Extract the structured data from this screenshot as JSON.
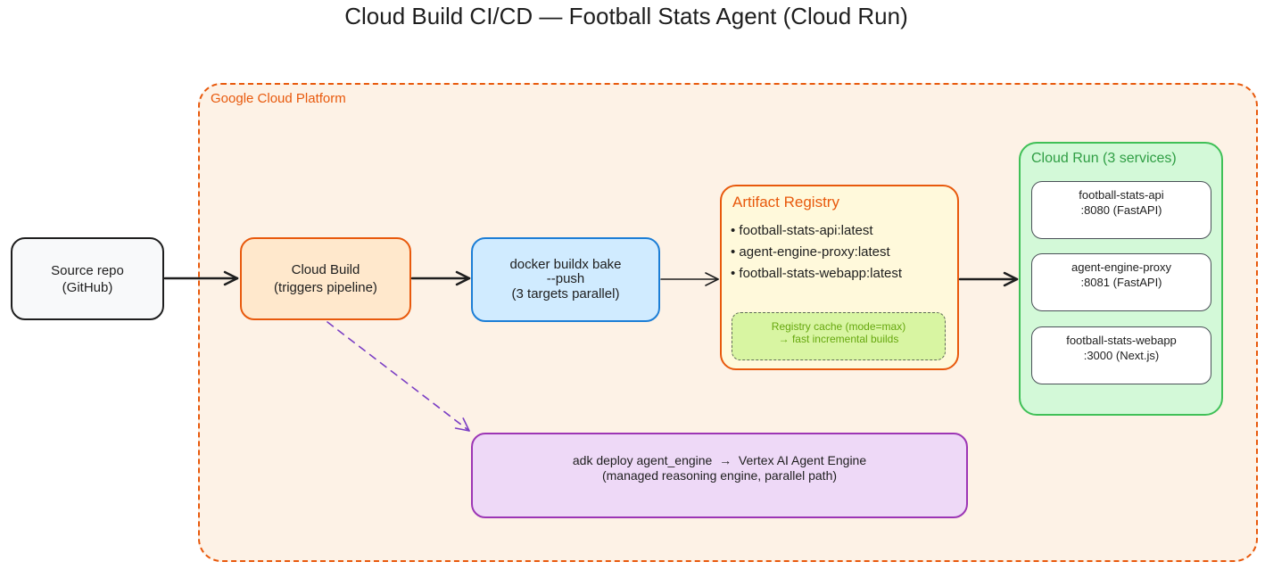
{
  "title": "Cloud Build CI/CD — Football Stats Agent (Cloud Run)",
  "gcp": {
    "label": "Google Cloud Platform"
  },
  "source_repo": {
    "name": "Source repo",
    "detail": "(GitHub)"
  },
  "cloud_build": {
    "name": "Cloud Build",
    "detail": "(triggers pipeline)"
  },
  "docker_bake": {
    "command": "docker buildx bake",
    "flag": "--push",
    "detail": "(3 targets parallel)"
  },
  "artifact_registry": {
    "title": "Artifact Registry",
    "images": [
      "• football-stats-api:latest",
      "• agent-engine-proxy:latest",
      "• football-stats-webapp:latest"
    ],
    "cache": {
      "line1": "Registry cache (mode=max)",
      "line2": "→ fast incremental builds"
    }
  },
  "cloud_run": {
    "title": "Cloud Run (3 services)",
    "services": [
      {
        "name": "football-stats-api",
        "port": ":8080 (FastAPI)"
      },
      {
        "name": "agent-engine-proxy",
        "port": ":8081 (FastAPI)"
      },
      {
        "name": "football-stats-webapp",
        "port": ":3000 (Next.js)"
      }
    ]
  },
  "vertex_ai": {
    "line1": "adk deploy agent_engine  →  Vertex AI Agent Engine",
    "line2": "(managed reasoning engine, parallel path)"
  },
  "colors": {
    "gcp_stroke": "#e8590c",
    "gcp_fill": "#fdf2e6",
    "source_repo_fill": "#f8f9fa",
    "cloud_build_fill": "#ffe8cc",
    "cloud_build_stroke": "#e8590c",
    "docker_fill": "#d0ebff",
    "docker_stroke": "#1c7ed6",
    "registry_fill": "#fff9db",
    "registry_stroke": "#e8590c",
    "cache_fill": "#d8f5a2",
    "cache_text": "#66a80f",
    "cloud_run_fill": "#d3f9d8",
    "cloud_run_stroke": "#40c057",
    "cloud_run_text": "#2f9e44",
    "vertex_fill": "#eed9f7",
    "vertex_stroke": "#9c36b5",
    "parallel_arrow": "#7b3fc4"
  }
}
